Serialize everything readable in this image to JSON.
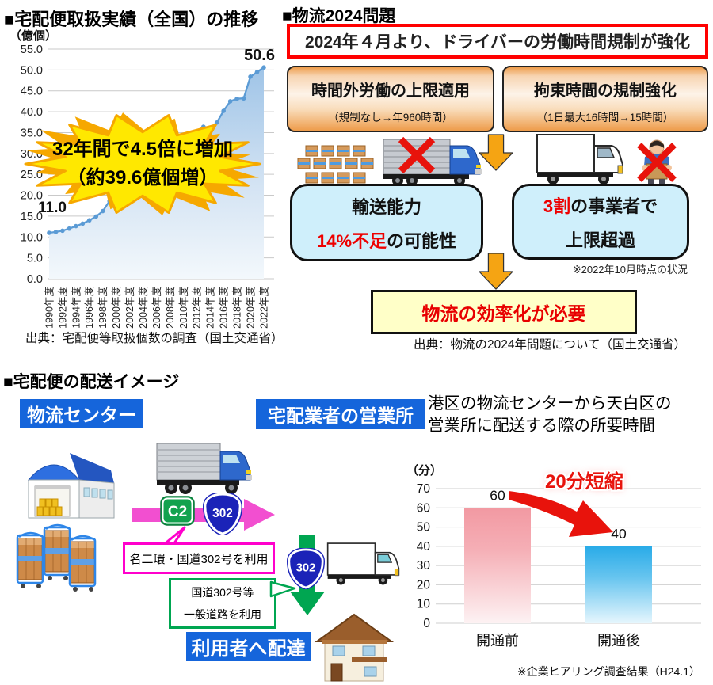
{
  "headers": {
    "left_chart": "■宅配便取扱実績（全国）の推移",
    "problem": "■物流2024問題",
    "delivery": "■宅配便の配送イメージ"
  },
  "chart_data": [
    {
      "type": "line",
      "title": "宅配便取扱実績（全国）の推移",
      "ylabel": "（億個）",
      "x_start_year": 1990,
      "x_end_year": 2022,
      "xtick_labels": [
        "1990年度",
        "1992年度",
        "1994年度",
        "1996年度",
        "1998年度",
        "2000年度",
        "2002年度",
        "2004年度",
        "2006年度",
        "2008年度",
        "2010年度",
        "2012年度",
        "2014年度",
        "2016年度",
        "2018年度",
        "2020年度",
        "2022年度"
      ],
      "values": [
        11.0,
        11.2,
        11.5,
        12.0,
        12.6,
        13.2,
        14.0,
        14.9,
        16.2,
        18.6,
        25.8,
        26.6,
        27.3,
        28.0,
        28.6,
        29.2,
        29.9,
        32.1,
        32.1,
        31.4,
        32.2,
        34.0,
        35.3,
        36.4,
        36.1,
        37.4,
        40.2,
        42.5,
        43.1,
        43.2,
        48.4,
        49.5,
        50.6
      ],
      "ylim": [
        0,
        55
      ],
      "ytick_step": 5,
      "grid": true,
      "start_label": "11.0",
      "end_label": "50.6",
      "callout": [
        "32年間で4.5倍に増加",
        "（約39.6億個増）"
      ],
      "line_color": "#5B9BD5",
      "source": "出典：宅配便等取扱個数の調査（国土交通省）"
    },
    {
      "type": "bar",
      "categories": [
        "開通前",
        "開通後"
      ],
      "values": [
        60,
        40
      ],
      "ylabel": "（分）",
      "ylim": [
        0,
        70
      ],
      "ytick_step": 10,
      "grid": true,
      "bar_colors": [
        "#F299A2",
        "#29ABE8"
      ],
      "annotation": "20分短縮",
      "caption": [
        "港区の物流センターから天白区の",
        "営業所に配送する際の所要時間"
      ],
      "source": "※企業ヒアリング調査結果（H24.1）"
    }
  ],
  "problem2024": {
    "headline": "2024年４月より、ドライバーの労働時間規制が強化",
    "cause_boxes": [
      {
        "title": "時間外労働の上限適用",
        "sub": "（規制なし→年960時間）"
      },
      {
        "title": "拘束時間の規制強化",
        "sub": "（1日最大16時間→15時間）"
      }
    ],
    "effect_left": {
      "line1": "輸送能力",
      "red": "14%不足",
      "rest": "の可能性"
    },
    "effect_right": {
      "red": "3割",
      "rest": "の事業者で",
      "line2": "上限超過"
    },
    "note": "※2022年10月時点の状況",
    "conclusion": "物流の効率化が必要",
    "source": "出典：物流の2024年問題について（国土交通省）"
  },
  "delivery": {
    "labels": {
      "center": "物流センター",
      "office": "宅配業者の営業所",
      "user": "利用者へ配達"
    },
    "badges": {
      "c2": "C2",
      "route1": "302",
      "route2": "302"
    },
    "bubbles": {
      "pink": "名二環・国道302号を利用",
      "green": [
        "国道302号等",
        "一般道路を利用"
      ]
    }
  },
  "colors": {
    "accent_blue": "#1565DB",
    "alert_red": "#FF0000",
    "arrow_orange": "#F5A413",
    "magenta": "#F24FD0",
    "green": "#00A651",
    "light_blue_box": "#CFEFFB",
    "yellow_box": "#FFFFC8",
    "starburst_yellow": "#FFE800",
    "line_blue": "#5B9BD5"
  }
}
